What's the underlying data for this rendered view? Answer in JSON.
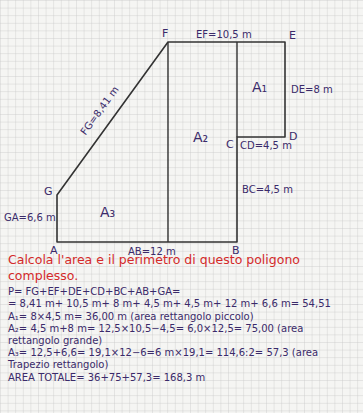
{
  "diagram": {
    "title": "Calcola l'area e il perimetro di questo poligono complesso.",
    "labels": [
      "G",
      "F",
      "EF=10,5 m",
      "E",
      "DE=8 m",
      "A₁",
      "D",
      "CD=4,5 m",
      "C",
      "A₂",
      "FG=8,41 m",
      "GA=6,6 m",
      "A₃",
      "BC=4,5 m",
      "A",
      "AB=12 m",
      "B",
      "P= FG+EF+DE+CD+BC+AB+GA=",
      "= 8,41 m+ 10,5 m+ 8 m+ 4,5 m+ 4,5 m+ 12 m+ 6,6 m= 54,51",
      "A₁= 8×4,5 m= 36,00 m (area rettangolo piccolo)",
      "A₂= 4,5 m+8 m= 12,5×10,5−4,5= 6,0×12,5= 75,00 (area rettangolo grande)",
      "A₃= 12,5+6,6= 19,1×12−6=6 m×19,1= 114,6:2= 57,3 (area Trapezio rettangolo)",
      "AREA TOTALE= 36+75+57,3= 168,3 m"
    ]
  }
}
